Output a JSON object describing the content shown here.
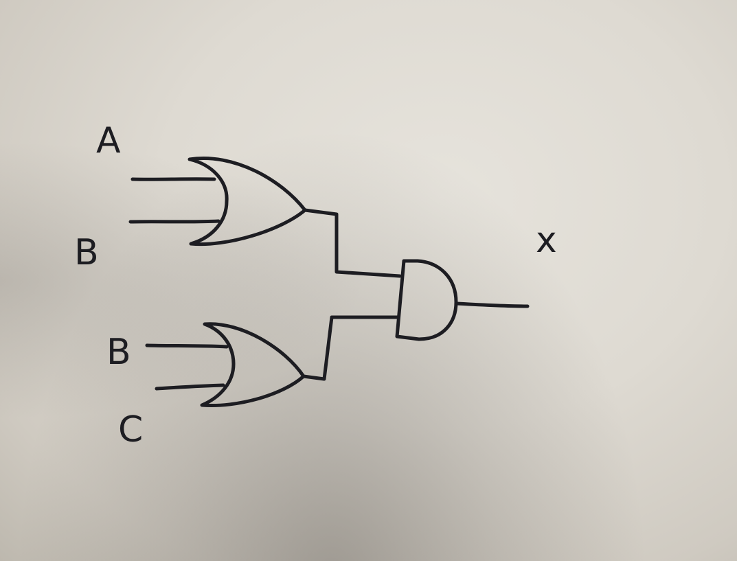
{
  "diagram": {
    "kind": "logic-circuit",
    "inputs": [
      {
        "id": "a",
        "label": "A"
      },
      {
        "id": "b1",
        "label": "B"
      },
      {
        "id": "b2",
        "label": "B"
      },
      {
        "id": "c",
        "label": "C"
      }
    ],
    "output": {
      "id": "x",
      "label": "x"
    },
    "gates": [
      {
        "id": "or-top",
        "type": "OR",
        "inputs": [
          "A",
          "B"
        ]
      },
      {
        "id": "or-bottom",
        "type": "OR",
        "inputs": [
          "B",
          "C"
        ]
      },
      {
        "id": "and-final",
        "type": "AND",
        "inputs": [
          "or-top",
          "or-bottom"
        ],
        "output": "x"
      }
    ],
    "ink_color": "#1d1d22",
    "paper_color": "#e2dfd8"
  }
}
